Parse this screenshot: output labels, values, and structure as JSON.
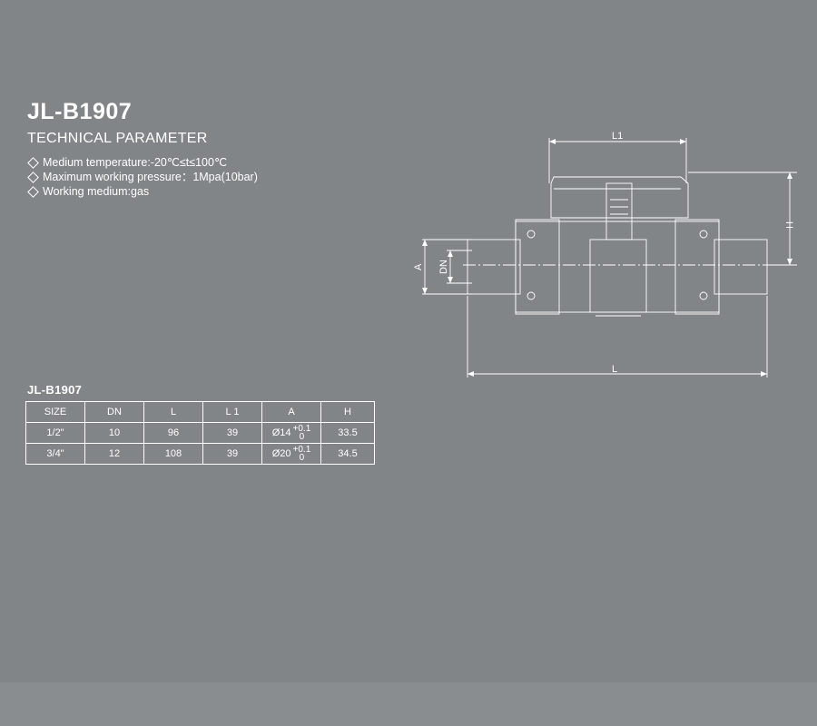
{
  "model": "JL-B1907",
  "subtitle": "TECHNICAL PARAMETER",
  "params": [
    "Medium temperature:-20℃≤t≤100℃",
    "Maximum working pressure：1Mpa(10bar)",
    "Working medium:gas"
  ],
  "table_title": "JL-B1907",
  "table": {
    "headers": [
      "SIZE",
      "DN",
      "L",
      "L 1",
      "A",
      "H"
    ],
    "rows": [
      {
        "size": "1/2\"",
        "dn": "10",
        "l": "96",
        "l1": "39",
        "a": "Ø14",
        "a_tol_plus": "+0.1",
        "a_tol_zero": "0",
        "h": "33.5"
      },
      {
        "size": "3/4\"",
        "dn": "12",
        "l": "108",
        "l1": "39",
        "a": "Ø20",
        "a_tol_plus": "+0.1",
        "a_tol_zero": "0",
        "h": "34.5"
      }
    ]
  },
  "diagram_labels": {
    "l1": "L1",
    "h": "H",
    "a": "A",
    "dn": "DN",
    "l": "L"
  }
}
